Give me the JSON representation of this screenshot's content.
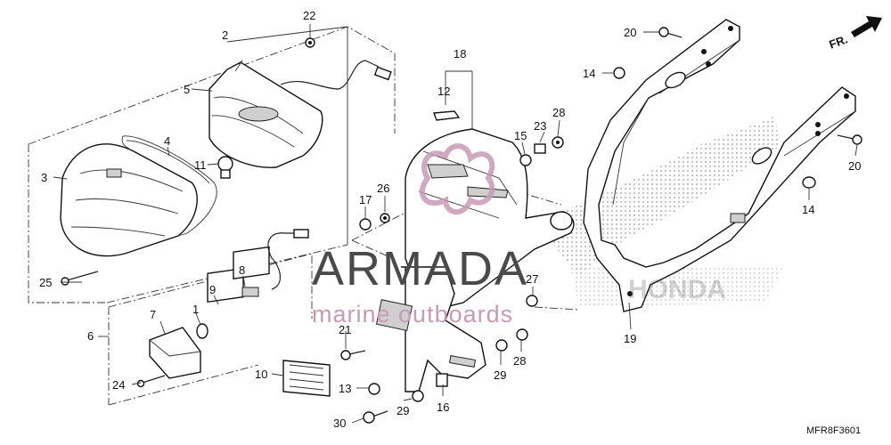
{
  "watermark": {
    "brand": "ARMADA",
    "tagline": "marine outboards",
    "logo_text": "HONDA"
  },
  "direction_marker": "FR.",
  "diagram_code": "MFR8F3601",
  "callouts": {
    "c1": "1",
    "c2": "2",
    "c3": "3",
    "c4": "4",
    "c5": "5",
    "c6": "6",
    "c7": "7",
    "c8": "8",
    "c9": "9",
    "c10": "10",
    "c11": "11",
    "c12": "12",
    "c13": "13",
    "c14a": "14",
    "c14b": "14",
    "c15": "15",
    "c16": "16",
    "c17": "17",
    "c18": "18",
    "c19": "19",
    "c20a": "20",
    "c20b": "20",
    "c21": "21",
    "c22": "22",
    "c23": "23",
    "c24": "24",
    "c25": "25",
    "c26": "26",
    "c27": "27",
    "c28a": "28",
    "c28b": "28",
    "c29a": "29",
    "c29b": "29",
    "c30": "30"
  },
  "colors": {
    "watermark_gray": "#4a4a4a",
    "watermark_pink": "#c79ab5"
  }
}
